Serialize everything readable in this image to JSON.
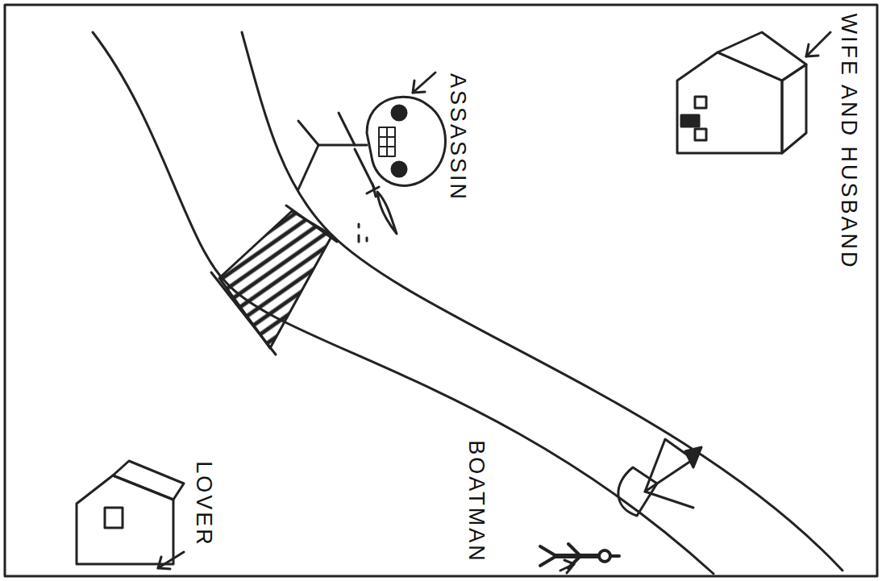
{
  "diagram": {
    "labels": [
      "WIFE AND HUSBAND",
      "ASSASSIN",
      "LOVER",
      "BOATMAN"
    ]
  }
}
